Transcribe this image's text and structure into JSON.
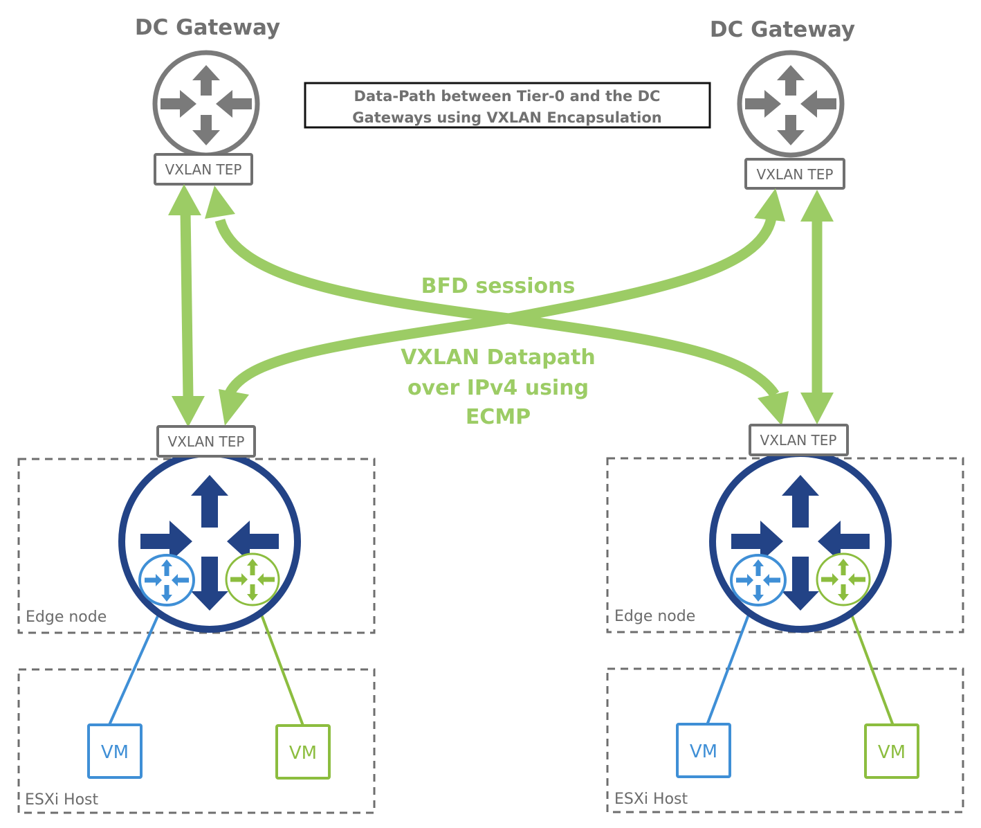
{
  "diagram": {
    "caption": [
      "Data-Path between Tier-0 and the DC",
      "Gateways using VXLAN Encapsulation"
    ],
    "gateways": [
      {
        "title": "DC Gateway",
        "tep_label": "VXLAN TEP"
      },
      {
        "title": "DC Gateway",
        "tep_label": "VXLAN TEP"
      }
    ],
    "edges": [
      {
        "tep_label": "VXLAN TEP",
        "box_label": "Edge node"
      },
      {
        "tep_label": "VXLAN TEP",
        "box_label": "Edge node"
      }
    ],
    "hosts": [
      {
        "box_label": "ESXi Host",
        "vms": [
          {
            "label": "VM"
          },
          {
            "label": "VM"
          }
        ]
      },
      {
        "box_label": "ESXi Host",
        "vms": [
          {
            "label": "VM"
          },
          {
            "label": "VM"
          }
        ]
      }
    ],
    "link_labels": {
      "bfd": "BFD sessions",
      "datapath": [
        "VXLAN Datapath",
        "over IPv4 using",
        "ECMP"
      ]
    },
    "colors": {
      "gateway_gray": "#7a7a7a",
      "tep_border": "#707070",
      "link_green": "#9ccc65",
      "edge_blue": "#234386",
      "vm_blue": "#3f8fd6",
      "vm_green": "#8cbd3f",
      "dashed_border": "#6e6e6e"
    }
  }
}
